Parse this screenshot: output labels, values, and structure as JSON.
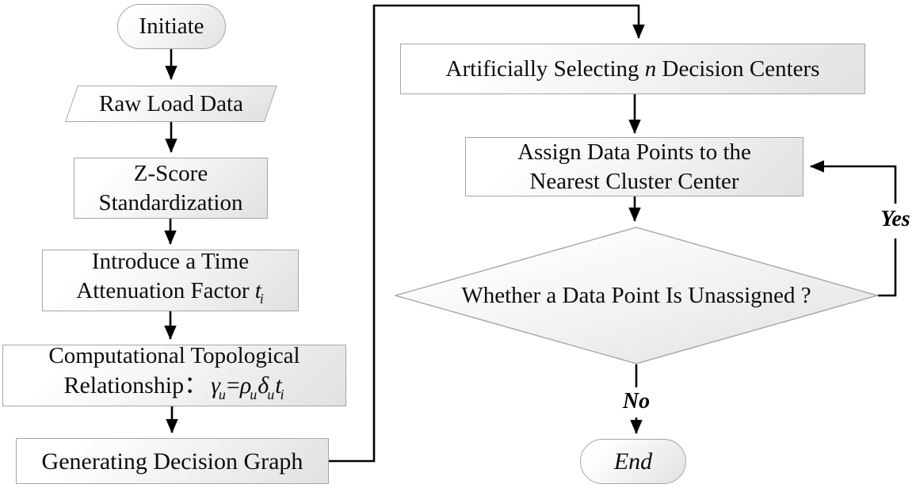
{
  "flowchart": {
    "nodes": {
      "initiate": {
        "label": "Initiate"
      },
      "raw_load_data": {
        "label": "Raw Load Data"
      },
      "zscore": {
        "line1": "Z-Score",
        "line2": "Standardization"
      },
      "introduce": {
        "line1": "Introduce a Time",
        "line2_prefix": "Attenuation Factor",
        "var_t": " t",
        "sub_i": "i"
      },
      "computational": {
        "line1": "Computational Topological",
        "line2_prefix": "Relationship：",
        "formula": {
          "gamma": "γ",
          "sub_u1": "u",
          "equals": "=",
          "rho": "ρ",
          "sub_u2": "u",
          "delta": "δ",
          "sub_u3": "u",
          "t": "t",
          "sub_i": "i"
        }
      },
      "generating": {
        "label": "Generating Decision Graph"
      },
      "artificially": {
        "prefix": "Artificially Selecting",
        "var_n": " n ",
        "suffix": "Decision Centers"
      },
      "assign": {
        "line1": "Assign Data Points to the",
        "line2": "Nearest Cluster Center"
      },
      "decision": {
        "label": "Whether a Data Point Is Unassigned ?"
      },
      "end": {
        "label": "End"
      }
    },
    "edge_labels": {
      "yes": "Yes",
      "no": "No"
    },
    "colors": {
      "line": "#000000",
      "node_border": "#a6a6a6",
      "fill_light": "#ffffff",
      "fill_dark": "#e1e1e1",
      "text": "#0d0d0d"
    }
  }
}
